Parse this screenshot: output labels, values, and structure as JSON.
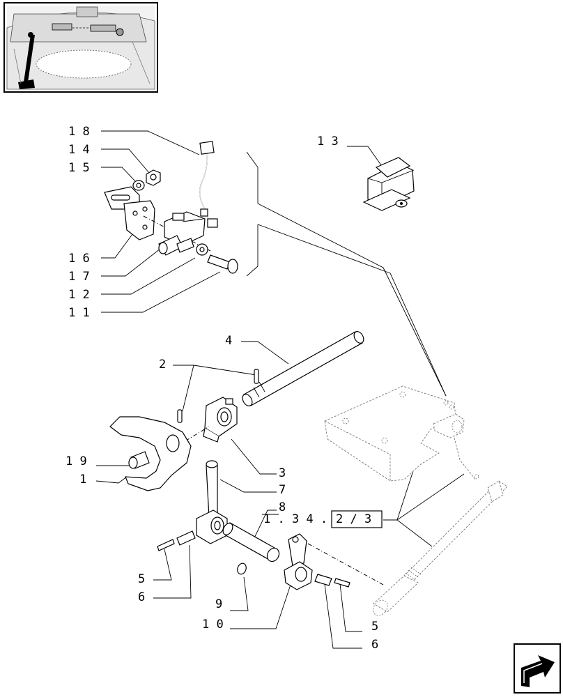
{
  "callouts": {
    "c18": "1 8",
    "c14": "1 4",
    "c15": "1 5",
    "c16": "1 6",
    "c17": "1 7",
    "c12": "1 2",
    "c11": "1 1",
    "c13": "1 3",
    "c4": "4",
    "c2": "2",
    "c3": "3",
    "c19": "1 9",
    "c1": "1",
    "c7": "7",
    "c8": "8",
    "c5a": "5",
    "c6a": "6",
    "c9": "9",
    "c10": "1 0",
    "c5b": "5",
    "c6b": "6"
  },
  "reference": {
    "prefix": "1 . 3 4 .",
    "boxed": "2 / 3"
  },
  "icons": {
    "thumbnail": "tractor-cab-thumbnail-icon",
    "next_page": "next-page-arrow-icon"
  }
}
